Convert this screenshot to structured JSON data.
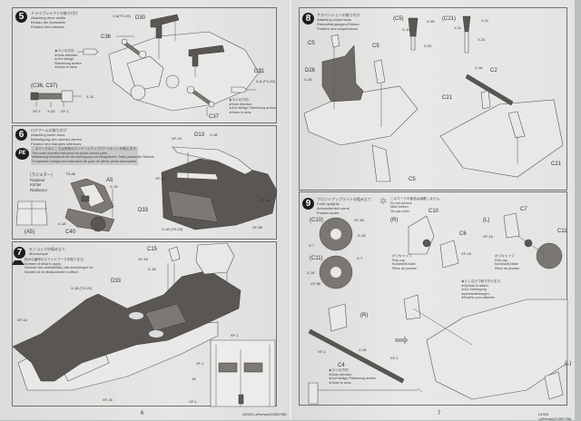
{
  "pages": {
    "left": {
      "page_number": "6",
      "product_code": "24333 LaFerrari(11050798)",
      "steps": [
        {
          "number": "5",
          "title_jp": "ドライブシャフトの取り付け",
          "title_en": "Attaching drive shafts",
          "title_de": "Einbau der Achswelle",
          "title_fr": "Fixation des cardans",
          "parts": [
            "D30",
            "C36",
            "C37",
            "D31",
            "(C36, C37)"
          ],
          "small_labels": [
            "X-6(TS-29)",
            "X-6 (TS-29)",
            "XF-1",
            "X-33",
            "XF-1",
            "X-11"
          ],
          "notes": [
            [
              "★ネジの方向",
              "★Note direction.",
              "★Auf richtige",
              "Platzierung achten.",
              "★Noter le sens."
            ],
            [
              "★ネジの方向",
              "★Note direction.",
              "★Auf richtige Platzierung achten.",
              "★Noter le sens."
            ]
          ]
        },
        {
          "number": "6",
          "title_jp": "ロアアームの取り付け",
          "title_en": "Attaching lower arms",
          "title_de": "Befestigung des unteren Armes",
          "title_fr": "Fixation des triangles inférieurs",
          "pe_badge": "PE",
          "pe_note": [
            "このマークのところは別売のディテールアップパーツセットが使えます。",
            "This mark denotes instruction for photo-etched parts.",
            "Markierung bezeichnet für die Anbringung von fotogeätzten Teilen passende Hinweis.",
            "Ce symbole indique une instruction de pose de pièces photo-découpées."
          ],
          "radiator_label": [
            "(ラジエター)",
            "Radiator",
            "Kühler",
            "Radiateur"
          ],
          "parts": [
            "A5",
            "C40",
            "(A5)",
            "D33",
            "D13"
          ],
          "small_labels": [
            "TS-86",
            "X-18",
            "X-18",
            "XF-16",
            "X-18",
            "XF-16",
            "XF-86",
            "XF-86",
            "X-18 (TS-29)"
          ]
        },
        {
          "number": "7",
          "title_jp": "モノコックの組み立て",
          "title_en": "Monocoque",
          "decal_note": [
            "指示の番号のスライドマークを貼ります。",
            "Number of decal to apply.",
            "Nummer des abziehbildes, das anzubringen ist.",
            "Numéro de la décalcomanie à utiliser."
          ],
          "parts": [
            "C15",
            "D33"
          ],
          "small_labels": [
            "XF-16",
            "X-18",
            "X-18 (TS-29)",
            "XF-16",
            "XF-16",
            "XF-1",
            "XF-1",
            "XF-1",
            "XF-1"
          ],
          "decal_no": "18"
        }
      ]
    },
    "right": {
      "page_number": "7",
      "product_code": "24333 LaFerrari(11050798)",
      "steps": [
        {
          "number": "8",
          "title_jp": "サスペンションの取り付け",
          "title_en": "Attaching suspension",
          "title_de": "Radaufhängungen-Einbau",
          "title_fr": "Fixation des suspensions",
          "parts": [
            "C5",
            "C5",
            "D26",
            "(C5)",
            "(C21)",
            "C2",
            "C21",
            "C21",
            "C5"
          ],
          "small_labels": [
            "X-18",
            "X-11",
            "X-32",
            "X-11",
            "X-11",
            "X-32",
            "X-18",
            "X-18"
          ]
        },
        {
          "number": "9",
          "title_jp": "フロントアップライトの組み立て",
          "title_en": "Front uprights",
          "title_de": "Achsschenkel vorne",
          "title_fr": "Fusées avant",
          "no_cement_note": [
            "このマークの部品は接着しません。",
            "Do not cement.",
            "Nicht kleben.",
            "Ne pas coller."
          ],
          "parts": [
            "(C10)",
            "(C11)",
            "(R)",
            "C10",
            "C6",
            "(L)",
            "C7",
            "C11",
            "(R)",
            "C4",
            "(L)"
          ],
          "small_labels": [
            "XF-56",
            "X-18",
            "X-7",
            "X-7",
            "X-18",
            "XF-56",
            "XF-16",
            "XF-16",
            "XF-1",
            "X-18",
            "XF-1"
          ],
          "polycap_note": [
            "ポリキャップ",
            "Poly cap",
            "Kunststoff-Nabe",
            "Pièce de jonction"
          ],
          "spread_note": [
            "★少し広げて取り付けます。",
            "★Spread to attach.",
            "★Zur Anbringung",
            "auseinanderbiegen.",
            "★Écarter pour attacher."
          ],
          "direction_note": [
            "★ネジの方向",
            "★Note direction.",
            "★Auf richtige Platzierung achten.",
            "★Noter le sens."
          ]
        }
      ]
    }
  }
}
